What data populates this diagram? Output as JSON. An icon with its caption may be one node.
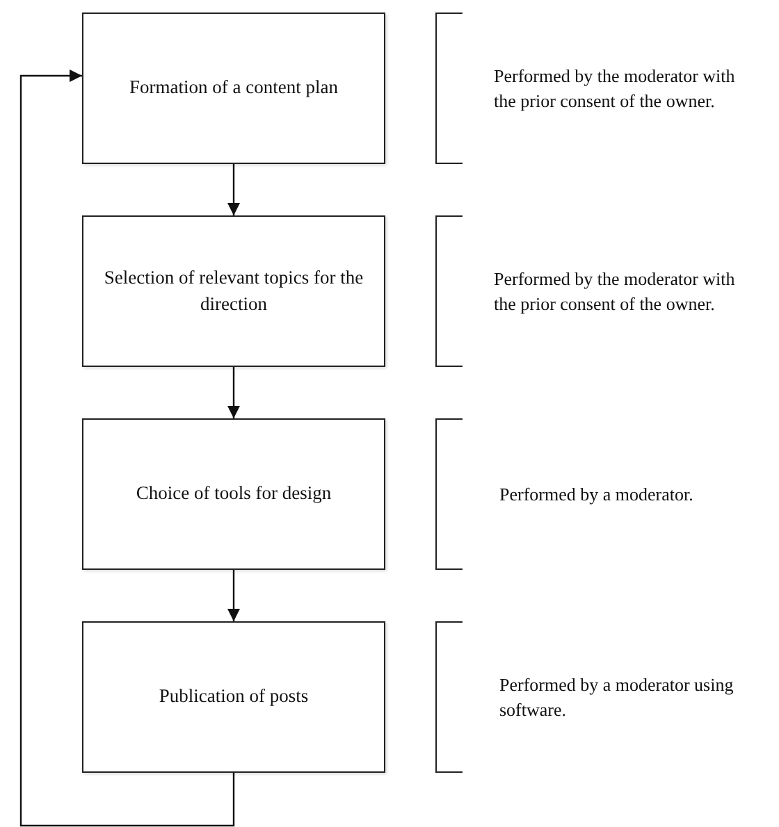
{
  "diagram": {
    "nodes": [
      {
        "text": [
          "Formation of a content plan"
        ]
      },
      {
        "text": [
          "Selection of relevant topics for the direction"
        ]
      },
      {
        "text": [
          "Choice of tools for design"
        ]
      },
      {
        "text": [
          "Publication of posts"
        ]
      },
      {
        "text": [
          "Performed by the moderator with the prior consent of the owner."
        ]
      },
      {
        "text": [
          "Performed by the moderator with the prior consent of the owner."
        ]
      },
      {
        "text": [
          "Performed by a moderator."
        ]
      },
      {
        "text": [
          "Performed by a moderator using software."
        ]
      }
    ],
    "edges": [
      {
        "from": 0,
        "to": 1,
        "arrow": "to"
      },
      {
        "from": 1,
        "to": 2,
        "arrow": "to"
      },
      {
        "from": 2,
        "to": 3,
        "arrow": "to"
      },
      {
        "from": 3,
        "to": 0,
        "arrow": "to"
      }
    ]
  }
}
